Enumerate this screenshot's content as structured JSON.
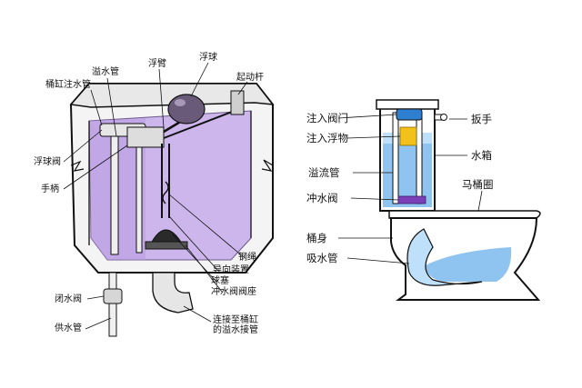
{
  "colors": {
    "water_left": "#cdb6ec",
    "water_left_dark": "#b89ae0",
    "water_right": "#8fc4f0",
    "water_right_light": "#bfe0fa",
    "float_yellow": "#f2c21b",
    "valve_purple": "#7a3fb8",
    "line": "#111111"
  },
  "left_diagram": {
    "labels": {
      "overflow_pipe": "溢水管",
      "bowl_fill_pipe": "桶缸注水管",
      "float_arm": "浮臂",
      "float_ball": "浮球",
      "lever": "起动杆",
      "float_valve": "浮球阀",
      "handle": "手柄",
      "chain": "钢绳",
      "guide": "导向装置",
      "plug": "球塞",
      "flush_seat": "冲水阀阀座",
      "shutoff_valve": "闭水阀",
      "supply_pipe": "供水管",
      "connect_pipe": "连接至桶缸\n的溢水接管"
    }
  },
  "right_diagram": {
    "labels": {
      "inlet_valve": "注入阀门",
      "inlet_float": "注入浮物",
      "overflow_tube": "溢流管",
      "flush_valve": "冲水阀",
      "wrench_handle": "扳手",
      "tank": "水箱",
      "seat": "马桶圈",
      "bowl_body": "桶身",
      "suction_pipe": "吸水管"
    }
  }
}
